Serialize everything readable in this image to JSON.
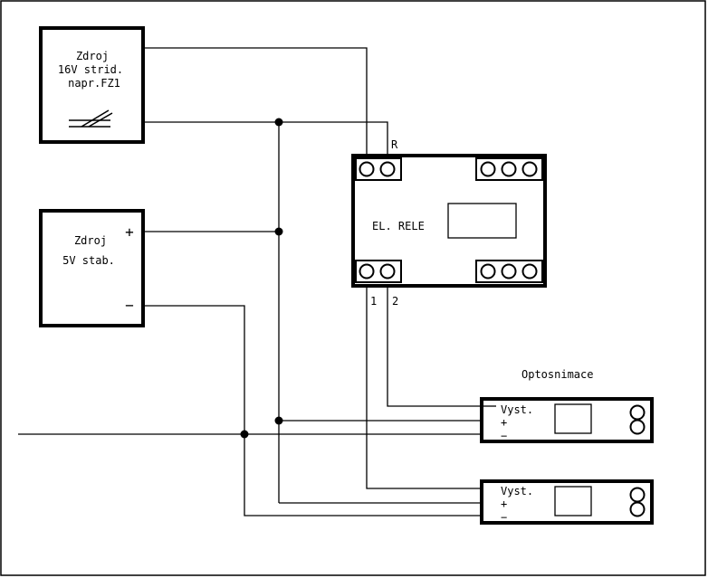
{
  "colors": {
    "ink": "#000000",
    "paper": "#ffffff"
  },
  "source_ac": {
    "line1": "Zdroj",
    "line2": "16V strid.",
    "line3": "napr.FZ1",
    "icon": "turnout-icon"
  },
  "source_dc": {
    "line1": "Zdroj",
    "line2": "5V stab.",
    "plus": "+",
    "minus": "−"
  },
  "relay": {
    "label": "EL. RELE",
    "terminal_r": "R",
    "terminal_1": "1",
    "terminal_2": "2"
  },
  "sensor_group_title": "Optosnimace",
  "sensors": [
    {
      "out": "Vyst.",
      "plus": "+",
      "minus": "−"
    },
    {
      "out": "Vyst.",
      "plus": "+",
      "minus": "−"
    }
  ]
}
